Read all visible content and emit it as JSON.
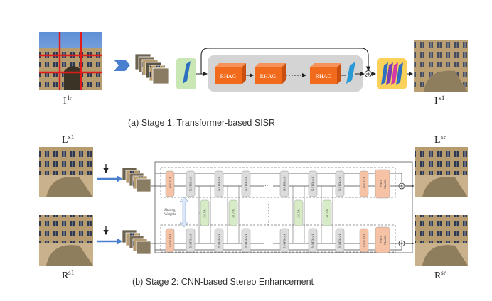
{
  "stage1": {
    "caption": "(a) Stage 1: Transformer-based SISR",
    "input_label": "I",
    "input_sup": "lr",
    "output_label": "I",
    "output_sup": "s1",
    "block_label": "RHAG"
  },
  "stage2": {
    "caption": "(b) Stage 2: CNN-based Stereo Enhancement",
    "left_in_label": "L",
    "left_in_sup": "s1",
    "left_out_label": "L",
    "left_out_sup": "sr",
    "right_in_label": "R",
    "right_in_sup": "s1",
    "right_out_label": "R",
    "right_out_sup": "sr",
    "conv_label": "Conv 3x3",
    "naf_label": "NAFBlock",
    "scam_label": "SCAM",
    "pixel_shuffle_label": "Pixel Shuffle",
    "sharing_label": "Sharing Weights",
    "sharing_line1": "Sharing",
    "sharing_line2": "Weights"
  },
  "colors": {
    "rhag_orange": "#f26a1b",
    "gray_panel": "#d4d4d4",
    "green_block": "#c9e7b5",
    "yellow_block": "#fcd15a",
    "blue_arrow": "#4a7fd0",
    "conv_salmon": "#f6c2a6",
    "scam_green": "#d7ecc6",
    "naf_gray": "#dcdcdc"
  }
}
